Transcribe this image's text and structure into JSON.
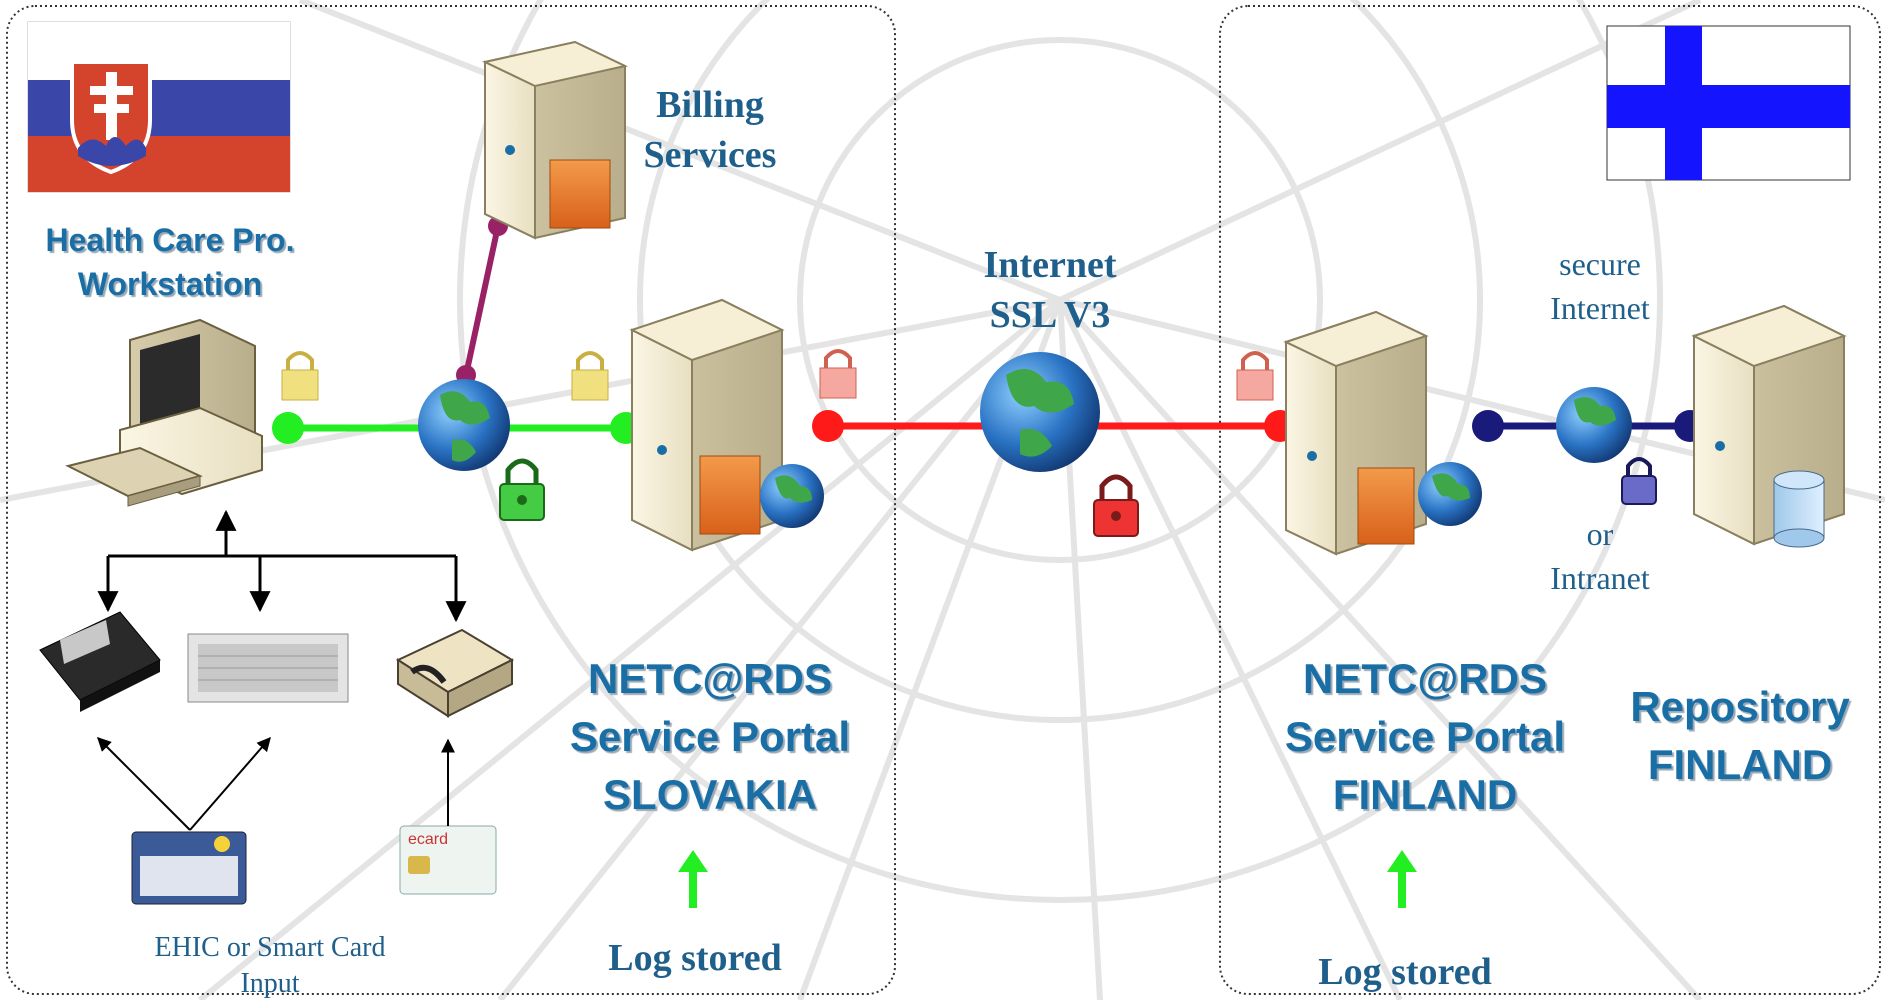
{
  "slovakia": {
    "workstation_label": [
      "Health Care Pro.",
      "Workstation"
    ],
    "portal_label": [
      "NETC@RDS",
      "Service Portal",
      "SLOVAKIA"
    ],
    "log_label": "Log stored",
    "card_input_label": [
      "EHIC or Smart Card",
      "Input"
    ],
    "ecard_text": "ecard"
  },
  "billing_label": [
    "Billing",
    "Services"
  ],
  "internet_label": [
    "Internet",
    "SSL V3"
  ],
  "finland": {
    "secure_label": [
      "secure",
      "Internet"
    ],
    "or_label": [
      "or",
      "Intranet"
    ],
    "portal_label": [
      "NETC@RDS",
      "Service Portal",
      "FINLAND"
    ],
    "repository_label": [
      "Repository",
      "FINLAND"
    ],
    "log_label": "Log stored"
  },
  "colors": {
    "green_link": "#22ee22",
    "red_link": "#ff1a1a",
    "navy_link": "#1a1a7a",
    "purple_link": "#992266",
    "label_blue": "#1a6ea6",
    "flag_blue": "#1414ff",
    "sk_white": "#ffffff",
    "sk_blue": "#3a46a8",
    "sk_red": "#d4432c"
  },
  "icons": [
    "slovakia-flag",
    "finland-flag",
    "workstation-icon",
    "keyboard-icon",
    "scanner-icon",
    "smart-card-reader-icon",
    "ehic-card-icon",
    "ecard-icon",
    "billing-server-icon",
    "sk-portal-server-icon",
    "fi-portal-server-icon",
    "repository-server-icon",
    "database-icon",
    "globe-icon",
    "lock-icon",
    "padlock-icon",
    "up-arrow-icon"
  ]
}
